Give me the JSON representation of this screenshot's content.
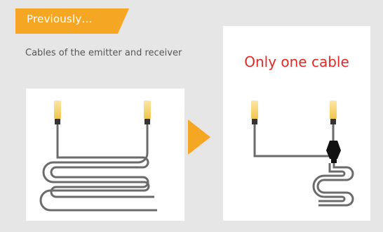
{
  "tag": {
    "label": "Previously…",
    "color": "#f5a623"
  },
  "left_panel": {
    "caption": "Cables of the emitter and receiver"
  },
  "right_panel": {
    "caption": "Only one cable",
    "caption_color": "#e02a2a"
  },
  "colors": {
    "cable": "#6b6b6b",
    "connector": "#333333",
    "splitter": "#111111",
    "sensor_tip": "#f4d36a",
    "arrow": "#f5a623",
    "background": "#e6e6e6"
  }
}
